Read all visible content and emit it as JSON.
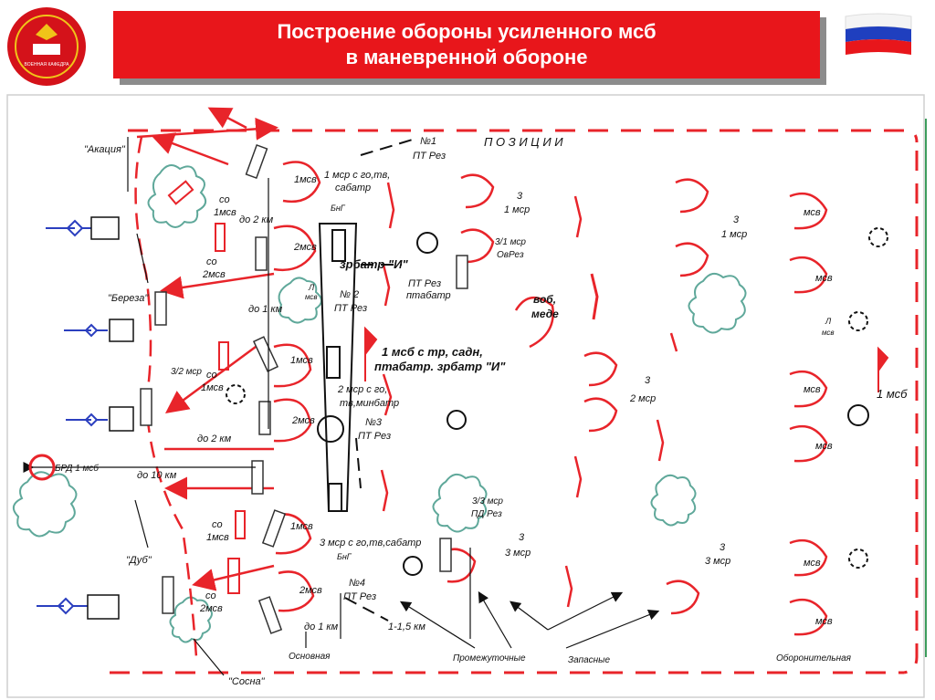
{
  "header": {
    "title_line1": "Построение обороны усиленного мсб",
    "title_line2": "в маневренной обороне"
  },
  "emblem": {
    "text": "ВОЕННАЯ КАФЕДРА"
  },
  "colors": {
    "title_bg": "#e8161b",
    "map_red": "#e8242a",
    "enemy_blue": "#2b3fbf",
    "woods_green": "#5fa89a",
    "border_green": "#3c9c5c"
  },
  "map": {
    "positions_header": "П О З И Ц И И",
    "landmarks": {
      "akacia": "\"Акация\"",
      "bereza": "\"Береза\"",
      "dub": "\"Дуб\"",
      "sosna": "\"Сосна\""
    },
    "units": {
      "msr1": "1 мср с го,тв,",
      "msr1b": "сабатр",
      "bng1": "БнГ",
      "zrbatr": "зрбатр \"И\"",
      "msr2": "2 мср с го,",
      "msr2b": "тв,минбатр",
      "msr3": "3 мср с го,тв,сабатр",
      "bng2": "БнГ",
      "msb1": "1 мсб с тр, садн,",
      "msb1b": "птабатр. зрбатр \"И\"",
      "ptrez_ptabatr": "ПТ Рез",
      "ptrez_ptabatr2": "птабатр",
      "vob": "воб,",
      "mede": "меде",
      "brd": "БРД 1 мсб",
      "msb_right": "1 мсб"
    },
    "reserves": {
      "n1": "№1",
      "n1b": "ПТ Рез",
      "n2": "№ 2",
      "n2b": "ПТ Рез",
      "n3": "№3",
      "n3b": "ПТ Рез",
      "n4": "№4",
      "n4b": "ПТ Рез"
    },
    "platoons": {
      "co1": "со",
      "co1b": "1мсв",
      "co2": "со",
      "co2b": "2мсв",
      "co3": "со",
      "co3b": "1мсв",
      "co4": "со",
      "co4b": "1мсв",
      "co5": "со",
      "co5b": "2мсв",
      "msv1": "1мсв",
      "msv2": "2мсв",
      "msv3": "1мсв",
      "msv4": "2мсв",
      "msv5": "1мсв",
      "msv6": "2мсв",
      "l_msv": "Л",
      "l_msv2": "мсв",
      "l_msv_r": "Л",
      "l_msv_r2": "мсв",
      "r_msv1": "мсв",
      "r_msv2": "мсв",
      "r_msv3": "мсв",
      "r_msv4": "мсв",
      "r_msv5": "мсв",
      "r_msv6": "мсв",
      "p32": "3/2 мср"
    },
    "companies": {
      "c3_1": "3",
      "c3_1b": "1 мср",
      "c3_1_ove": "3/1 мср",
      "c3_1_oveb": "ОвРез",
      "c3_2": "3",
      "c3_2b": "2 мср",
      "c3_3": "3",
      "c3_3b": "3 мср",
      "c3_3pd": "3/3 мср",
      "c3_3pdb": "ПД Рез",
      "r3_1": "3",
      "r3_1b": "1 мср",
      "r3_3": "3",
      "r3_3b": "3 мср"
    },
    "distances": {
      "d2km_top": "до 2 км",
      "d1km_mid": "до 1 км",
      "d2km_low": "до 2 км",
      "d10km": "до 10 км",
      "d1km_bot": "до 1 км",
      "d115": "1-1,5 км"
    },
    "position_labels": {
      "main": "Основная",
      "intermediate": "Промежуточные",
      "reserve": "Запасные",
      "defensive": "Оборонительная"
    }
  }
}
